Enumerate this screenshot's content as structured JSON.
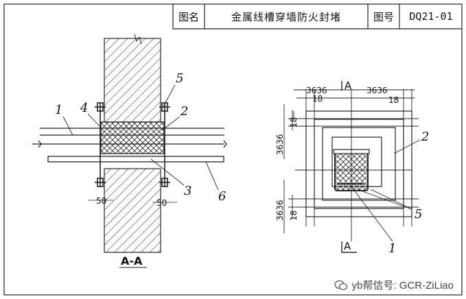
{
  "title_block": {
    "name_label": "图名",
    "drawing_title": "金属线槽穿墙防火封堵",
    "number_label": "图号",
    "drawing_number": "DQ21-01"
  },
  "section_left": {
    "callouts": [
      "1",
      "4",
      "5",
      "2",
      "3",
      "6"
    ],
    "dims": [
      "50",
      "50"
    ],
    "section_label": "A-A"
  },
  "detail_right": {
    "top_dims": [
      "3636",
      "18",
      "3636",
      "18"
    ],
    "side_dims": [
      "3636",
      "18",
      "3636",
      "18"
    ],
    "section_marks": [
      "A",
      "A"
    ],
    "callouts": [
      "2",
      "5",
      "1"
    ]
  },
  "watermark": {
    "text": "yb帮信号: GCR-ZiLiao",
    "logo_icon": "wechat-logo-icon"
  }
}
